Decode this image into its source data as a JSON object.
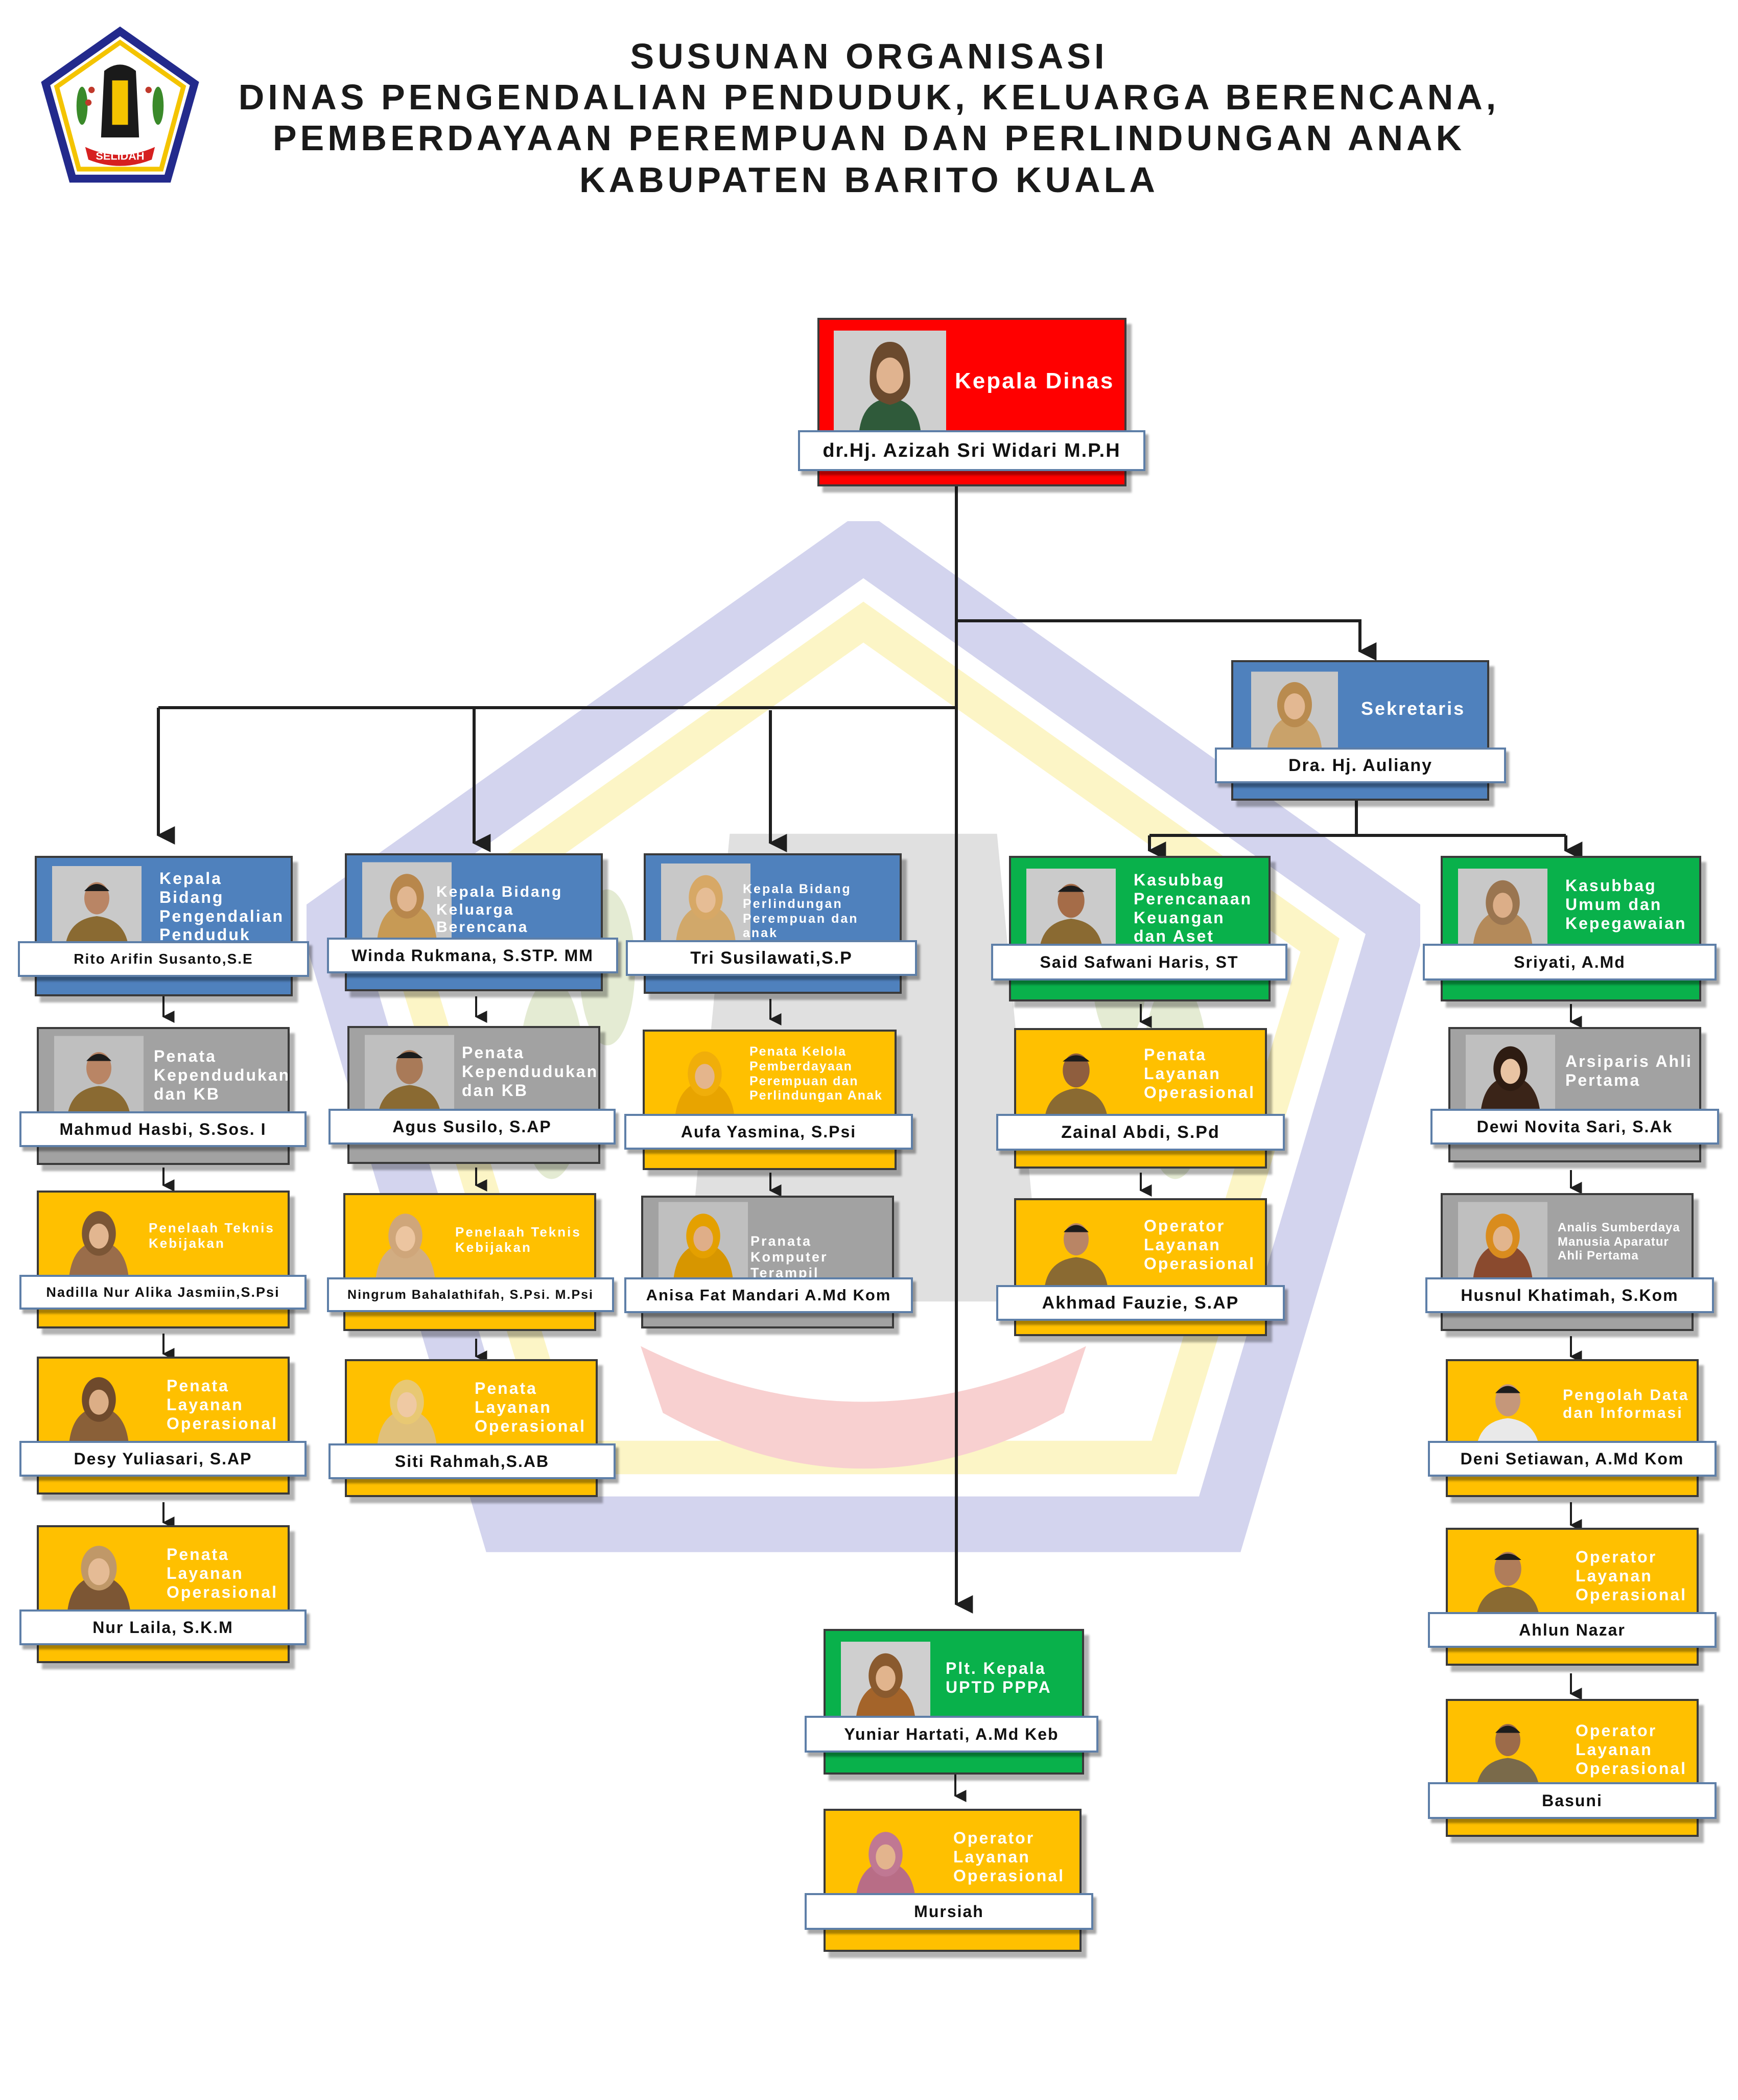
{
  "header": {
    "title_lines": [
      "SUSUNAN ORGANISASI",
      "DINAS PENGENDALIAN PENDUDUK, KELUARGA BERENCANA,",
      "PEMBERDAYAAN PEREMPUAN DAN PERLINDUNGAN ANAK",
      "KABUPATEN BARITO KUALA"
    ],
    "logo_text": "SELIDAH"
  },
  "colors": {
    "kepala": "#ff0000",
    "bidang": "#4f81bd",
    "sekretariat": "#09b14b",
    "fungsional": "#a2a2a2",
    "pelaksana": "#ffc000",
    "line": "#1f1f1f"
  },
  "nodes": {
    "kepala_dinas": {
      "role": "Kepala Dinas",
      "name": "dr.Hj. Azizah Sri Widari M.P.H"
    },
    "sekretaris": {
      "role": "Sekretaris",
      "name": "Dra. Hj. Auliany"
    },
    "kabid_pengendalian": {
      "role": "Kepala Bidang Pengendalian Penduduk",
      "name": "Rito Arifin Susanto,S.E"
    },
    "penata_kependudukan_1": {
      "role": "Penata Kependudukan dan KB",
      "name": "Mahmud Hasbi, S.Sos. I"
    },
    "penelaah_1": {
      "role": "Penelaah Teknis Kebijakan",
      "name": "Nadilla Nur Alika Jasmiin,S.Psi"
    },
    "penata_layanan_1": {
      "role": "Penata Layanan Operasional",
      "name": "Desy Yuliasari, S.AP"
    },
    "penata_layanan_2": {
      "role": "Penata Layanan Operasional",
      "name": "Nur Laila, S.K.M"
    },
    "kabid_kb": {
      "role": "Kepala Bidang Keluarga Berencana",
      "name": "Winda Rukmana, S.STP. MM"
    },
    "penata_kependudukan_2": {
      "role": "Penata Kependudukan dan KB",
      "name": "Agus Susilo, S.AP"
    },
    "penelaah_2": {
      "role": "Penelaah Teknis Kebijakan",
      "name": "Ningrum Bahalathifah, S.Psi. M.Psi"
    },
    "penata_layanan_3": {
      "role": "Penata Layanan Operasional",
      "name": "Siti Rahmah,S.AB"
    },
    "kabid_perlindungan": {
      "role": "Kepala Bidang Perlindungan Perempuan dan anak",
      "name": "Tri Susilawati,S.P"
    },
    "penata_kelola": {
      "role": "Penata Kelola Pemberdayaan Perempuan dan Perlindungan Anak",
      "name": "Aufa Yasmina, S.Psi"
    },
    "pranata_komputer": {
      "role": "Pranata Komputer Terampil",
      "name": "Anisa Fat Mandari A.Md Kom"
    },
    "kasubbag_perencanaan": {
      "role": "Kasubbag Perencanaan Keuangan dan Aset",
      "name": "Said Safwani Haris, ST"
    },
    "penata_layanan_4": {
      "role": "Penata Layanan Operasional",
      "name": "Zainal Abdi, S.Pd"
    },
    "operator_1": {
      "role": "Operator Layanan Operasional",
      "name": "Akhmad Fauzie, S.AP"
    },
    "kasubbag_umum": {
      "role": "Kasubbag Umum dan Kepegawaian",
      "name": "Sriyati, A.Md"
    },
    "arsiparis": {
      "role": "Arsiparis Ahli Pertama",
      "name": "Dewi Novita Sari, S.Ak"
    },
    "analis": {
      "role": "Analis Sumberdaya Manusia Aparatur Ahli Pertama",
      "name": "Husnul Khatimah, S.Kom"
    },
    "pengolah_data": {
      "role": "Pengolah Data dan Informasi",
      "name": "Deni Setiawan, A.Md Kom"
    },
    "operator_2": {
      "role": "Operator Layanan Operasional",
      "name": "Ahlun Nazar"
    },
    "operator_3": {
      "role": "Operator Layanan Operasional",
      "name": "Basuni"
    },
    "uptd": {
      "role": "Plt. Kepala UPTD PPPA",
      "name": "Yuniar Hartati, A.Md Keb"
    },
    "operator_uptd": {
      "role": "Operator Layanan Operasional",
      "name": "Mursiah"
    }
  }
}
